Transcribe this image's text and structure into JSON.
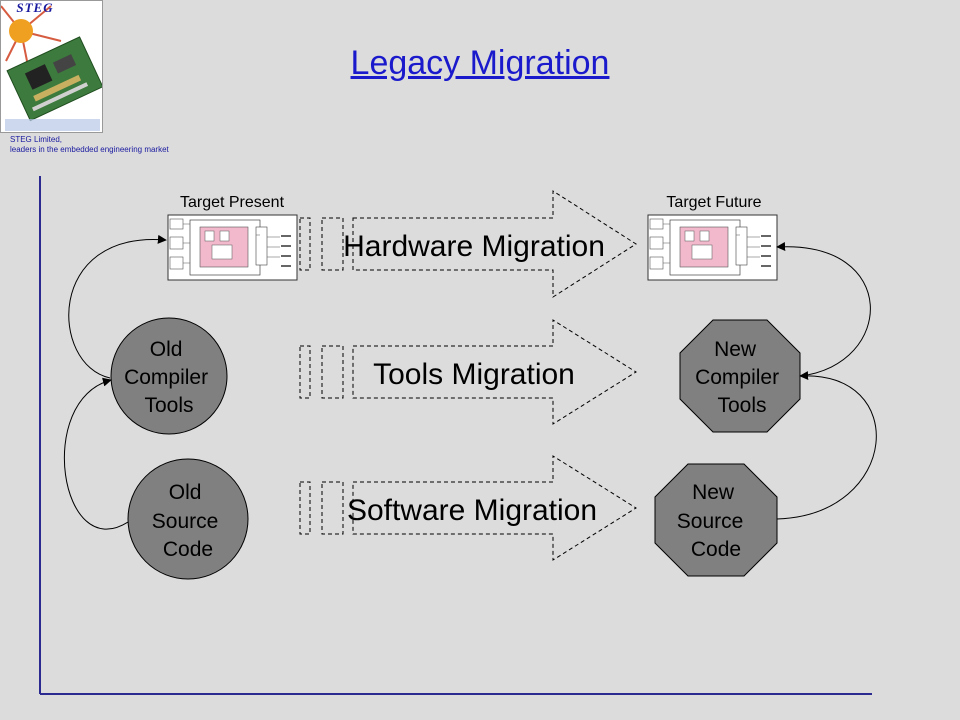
{
  "slide": {
    "title": "Legacy Migration",
    "logo_text": "STEG",
    "company_name": "STEG Limited,",
    "company_tagline": "leaders in the embedded engineering market"
  },
  "diagram": {
    "target_present_label": "Target Present",
    "target_future_label": "Target Future",
    "arrows": [
      {
        "label": "Hardware Migration"
      },
      {
        "label": "Tools Migration"
      },
      {
        "label": "Software Migration"
      }
    ],
    "old_compiler": [
      "Old",
      "Compiler",
      "Tools"
    ],
    "old_source": [
      "Old",
      "Source",
      "Code"
    ],
    "new_compiler": [
      "New",
      "Compiler",
      "Tools"
    ],
    "new_source": [
      "New",
      "Source",
      "Code"
    ]
  },
  "colors": {
    "background": "#dcdcdc",
    "node_fill": "#808080",
    "title": "#1a1acc",
    "axis": "#2a2a90",
    "board_highlight": "#f2b8cc"
  }
}
